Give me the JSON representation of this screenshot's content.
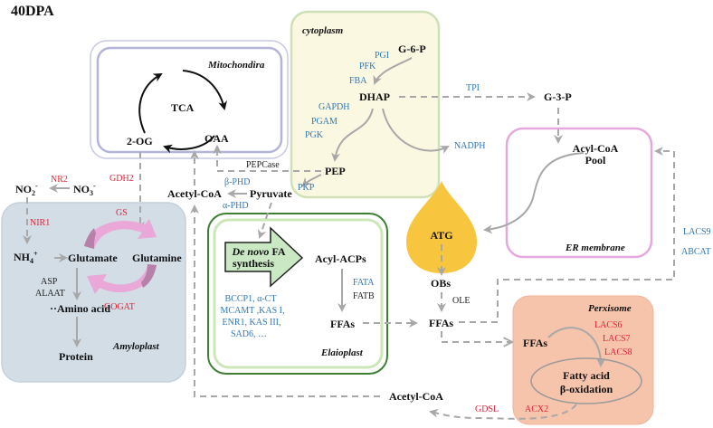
{
  "title": "40DPA",
  "colors": {
    "enzyme_blue": "#2f78b8",
    "enzyme_red": "#e0253a",
    "arrow_gray": "#a8a8a8",
    "mitochondria_border": "#bcbcdc",
    "cytoplasm_fill": "#fbf8e2",
    "cytoplasm_border": "#cfe0b8",
    "er_border": "#e4a8dc",
    "amyloplast_fill": "#d2dde6",
    "elaioplast_outer": "#3f7f34",
    "elaioplast_inner": "#cde6b8",
    "peroxisome_fill": "#f6c3ab",
    "atg_fill": "#f8c53e",
    "fa_arrow_fill": "#cbe8c4"
  },
  "compartments": {
    "mitochondria": "Mitochondira",
    "cytoplasm": "cytoplasm",
    "er": "ER membrane",
    "amyloplast": "Amyloplast",
    "elaioplast": "Elaioplast",
    "peroxisome": "Perxisome"
  },
  "metabolites": {
    "tca": "TCA",
    "oaa": "OAA",
    "og2": "2-OG",
    "g6p": "G-6-P",
    "dhap": "DHAP",
    "g3p": "G-3-P",
    "nadph": "NADPH",
    "pep": "PEP",
    "pyruvate": "Pyruvate",
    "acetylcoa_top": "Acetyl-CoA",
    "acylcoa_pool_1": "Acyl-CoA",
    "acylcoa_pool_2": "Pool",
    "atg": "ATG",
    "obs": "OBs",
    "ffas_mid": "FFAs",
    "ffas_elaio": "FFAs",
    "ffas_perox": "FFAs",
    "acyl_acps": "Acyl-ACPs",
    "denovo_1a": "De novo",
    "denovo_1b": " FA",
    "denovo_2": "synthesis",
    "no2": "NO",
    "no2_sub": "2",
    "no2_sup": "-",
    "no3": "NO",
    "no3_sub": "3",
    "no3_sup": "-",
    "nh4": "NH",
    "nh4_sub": "4",
    "nh4_sup": "+",
    "glutamate": "Glutamate",
    "glutamine": "Glutamine",
    "amino_acid": "Amino acid",
    "protein": "Protein",
    "fatty_acid_1": "Fatty acid",
    "fatty_acid_2": "β-oxidation",
    "acetylcoa_bottom": "Acetyl-CoA"
  },
  "enzymes": {
    "pgi": "PGI",
    "pfk": "PFK",
    "fba": "FBA",
    "gapdh": "GAPDH",
    "pgam": "PGAM",
    "pgk": "PGK",
    "tpi": "TPI",
    "pepcase": "PEPCase",
    "beta_phd": "β-PHD",
    "alpha_phd": "α-PHD",
    "pkp": "PKP",
    "nr2": "NR2",
    "gdh2": "GDH2",
    "nir1": "NIR1",
    "gs": "GS",
    "gogat": "GOGAT",
    "asp": "ASP",
    "alaat": "ALAAT",
    "fas_list": [
      "BCCP1, α-CT",
      "MCAMT ,KAS I,",
      "ENR1, KAS III,",
      "SAD6, …"
    ],
    "fata": "FATA",
    "fatb": "FATB",
    "ole": "OLE",
    "lacs9": "LACS9",
    "abcat": "ABCAT",
    "lacs6": "LACS6",
    "lacs7": "LACS7",
    "lacs8": "LACS8",
    "acx2": "ACX2",
    "gdsl": "GDSL"
  }
}
